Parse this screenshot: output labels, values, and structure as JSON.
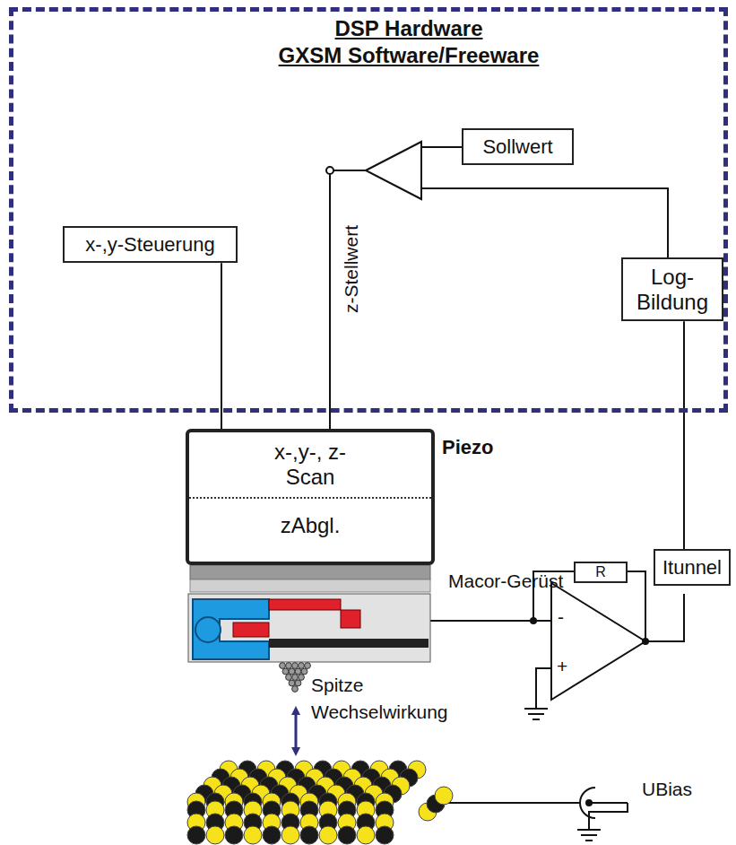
{
  "diagram": {
    "nodes": [
      {
        "text": [
          "DSP Hardware",
          "GXSM Software/Freeware"
        ]
      },
      {
        "text": [
          "Sollwert"
        ],
        "in": 0
      },
      {
        "text": [
          "Log-Bildung"
        ],
        "in": 0
      },
      {
        "text": [
          "x-,y-Steuerung"
        ],
        "in": 0
      },
      {
        "text": [
          "Piezo",
          "x-,y-, z-Scan",
          "zAbgl."
        ]
      },
      {
        "text": [
          "Itunnel"
        ]
      },
      {
        "text": [
          "R"
        ]
      }
    ],
    "edges": [
      {
        "from": 3,
        "to": 4,
        "arrow": "none"
      },
      {
        "from": 5,
        "to": 2,
        "arrow": "none"
      }
    ],
    "labels": [
      "z-Stellwert",
      "Macor-Gerüst",
      "Spitze",
      "Wechselwirkung",
      "UBias",
      "-",
      "+"
    ]
  }
}
